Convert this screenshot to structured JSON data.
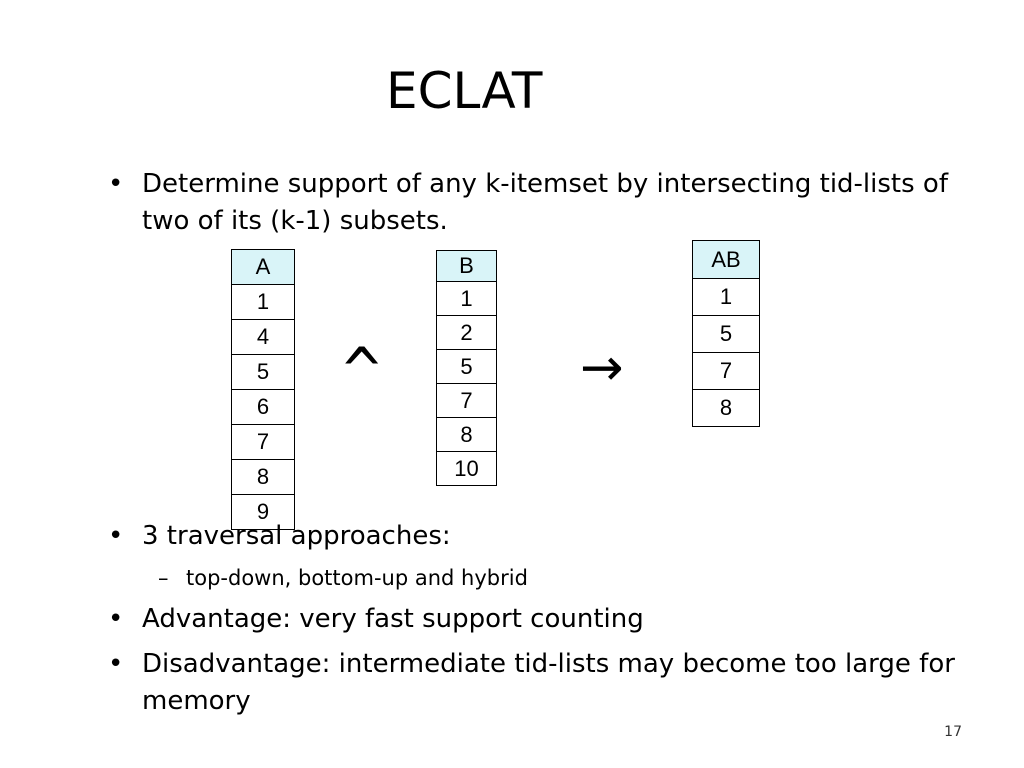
{
  "slide": {
    "title": "ECLAT",
    "bullets": [
      {
        "text_line1": "Determine support of any k-itemset by intersecting tid-lists of",
        "text_line2": "two of its (k-1) subsets."
      },
      {
        "text": "3 traversal approaches:",
        "sub": [
          "top-down, bottom-up and hybrid"
        ]
      },
      {
        "text": "Advantage: very fast support counting"
      },
      {
        "text_line1": "Disadvantage: intermediate tid-lists may become too large for",
        "text_line2": "memory"
      }
    ],
    "page_number": "17"
  },
  "tables": {
    "a": {
      "header": "A",
      "rows": [
        "1",
        "4",
        "5",
        "6",
        "7",
        "8",
        "9"
      ]
    },
    "b": {
      "header": "B",
      "rows": [
        "1",
        "2",
        "5",
        "7",
        "8",
        "10"
      ]
    },
    "ab": {
      "header": "AB",
      "rows": [
        "1",
        "5",
        "7",
        "8"
      ]
    }
  },
  "operators": {
    "intersect": "^",
    "result": "→"
  }
}
